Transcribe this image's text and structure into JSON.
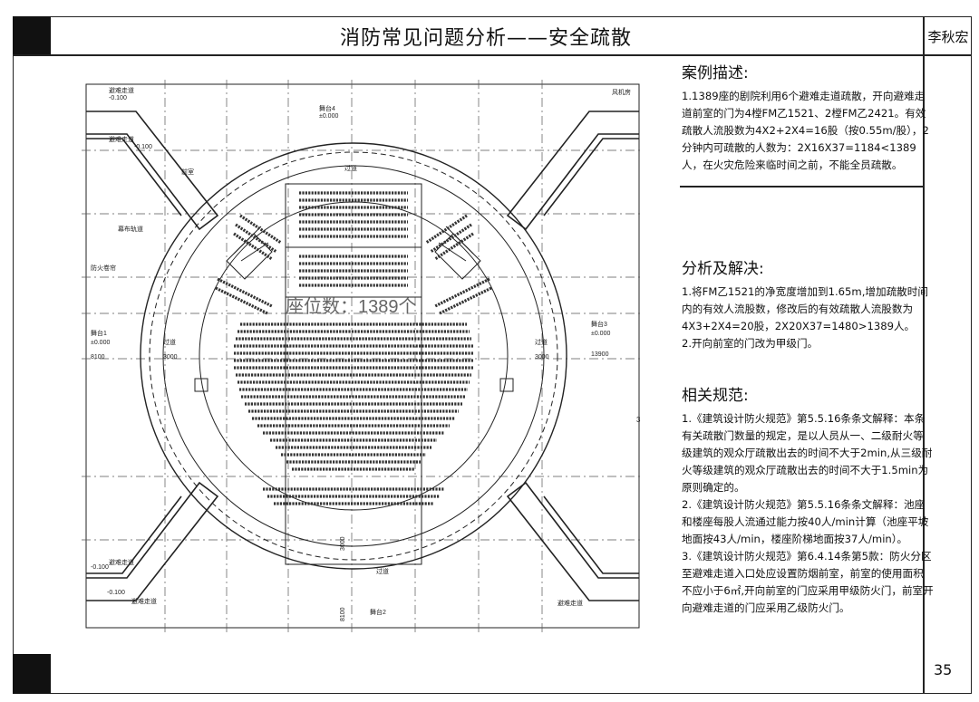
{
  "header": {
    "title": "消防常见问题分析——安全疏散",
    "author": "李秋宏"
  },
  "footer": {
    "page_number": "35"
  },
  "case": {
    "heading": "案例描述:",
    "text": "1.1389座的剧院利用6个避难走道疏散，开向避难走道前室的门为4樘FM乙1521、2樘FM乙2421。有效疏散人流股数为4X2+2X4=16股（按0.55m/股），2分钟内可疏散的人数为：2X16X37=1184<1389人，在火灾危险来临时间之前，不能全员疏散。"
  },
  "analysis": {
    "heading": "分析及解决:",
    "text": "1.将FM乙1521的净宽度增加到1.65m,增加疏散时间内的有效人流股数，修改后的有效疏散人流股数为4X3+2X4=20股，2X20X37=1480>1389人。\n2.开向前室的门改为甲级门。"
  },
  "codes": {
    "heading": "相关规范:",
    "text": "1.《建筑设计防火规范》第5.5.16条条文解释：本条有关疏散门数量的规定，是以人员从一、二级耐火等级建筑的观众厅疏散出去的时间不大于2min,从三级耐火等级建筑的观众厅疏散出去的时间不大于1.5min为原则确定的。\n2.《建筑设计防火规范》第5.5.16条条文解释：池座和楼座每股人流通过能力按40人/min计算（池座平坡地面按43人/min，楼座阶梯地面按37人/min）。\n3.《建筑设计防火规范》第6.4.14条第5款：防火分区至避难走道入口处应设置防烟前室，前室的使用面积不应小于6㎡,开向前室的门应采用甲级防火门，前室开向避难走道的门应采用乙级防火门。"
  },
  "plan": {
    "seat_label": "座位数：1389个",
    "labels": {
      "corridor_tl": "避难走道",
      "elev_tl": "-0.100",
      "corridor_tl2": "避难走道",
      "elev_tl2": "-0.100",
      "stage4": "舞台4",
      "stage4_elev": "±0.000",
      "room_fan": "风机房",
      "vestibule": "前室",
      "screen": "幕布轨道",
      "fire_curtain": "防火卷帘",
      "stage1": "舞台1",
      "stage1_elev": "±0.000",
      "stage1_dim": "8100",
      "aisle_l": "过道",
      "aisle_l_dim": "3000",
      "aisle_r": "过道",
      "aisle_r_dim": "3000",
      "stage3": "舞台3",
      "stage3_elev": "±0.000",
      "stage3_dim": "13900",
      "aisle_b": "过道",
      "dim_b": "3000",
      "stage2": "舞台2",
      "dim_b2": "8100",
      "corridor_bl": "避难走道",
      "elev_bl": "-0.100",
      "corridor_bl2": "避难走道",
      "elev_bl2": "-0.100",
      "corridor_br": "避难走道",
      "aisle_top": "过道",
      "marker3": "3"
    }
  }
}
